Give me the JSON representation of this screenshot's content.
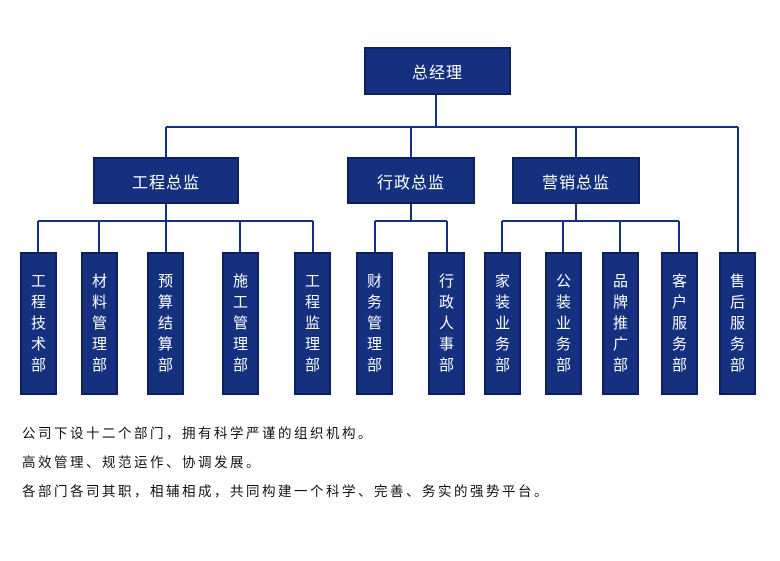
{
  "org_chart": {
    "root": "总经理",
    "directors": [
      "工程总监",
      "行政总监",
      "营销总监"
    ],
    "departments": {
      "engineering": [
        "工程技术部",
        "材料管理部",
        "预算结算部",
        "施工管理部",
        "工程监理部"
      ],
      "administration": [
        "财务管理部",
        "行政人事部"
      ],
      "marketing": [
        "家装业务部",
        "公装业务部",
        "品牌推广部",
        "客户服务部"
      ],
      "direct": [
        "售后服务部"
      ]
    }
  },
  "notes": [
    "公司下设十二个部门，拥有科学严谨的组织机构。",
    "高效管理、规范运作、协调发展。",
    "各部门各司其职，相辅相成，共同构建一个科学、完善、务实的强势平台。"
  ],
  "colors": {
    "box_fill": "#14307f",
    "box_border": "#0d1f5c",
    "line": "#14307f"
  }
}
